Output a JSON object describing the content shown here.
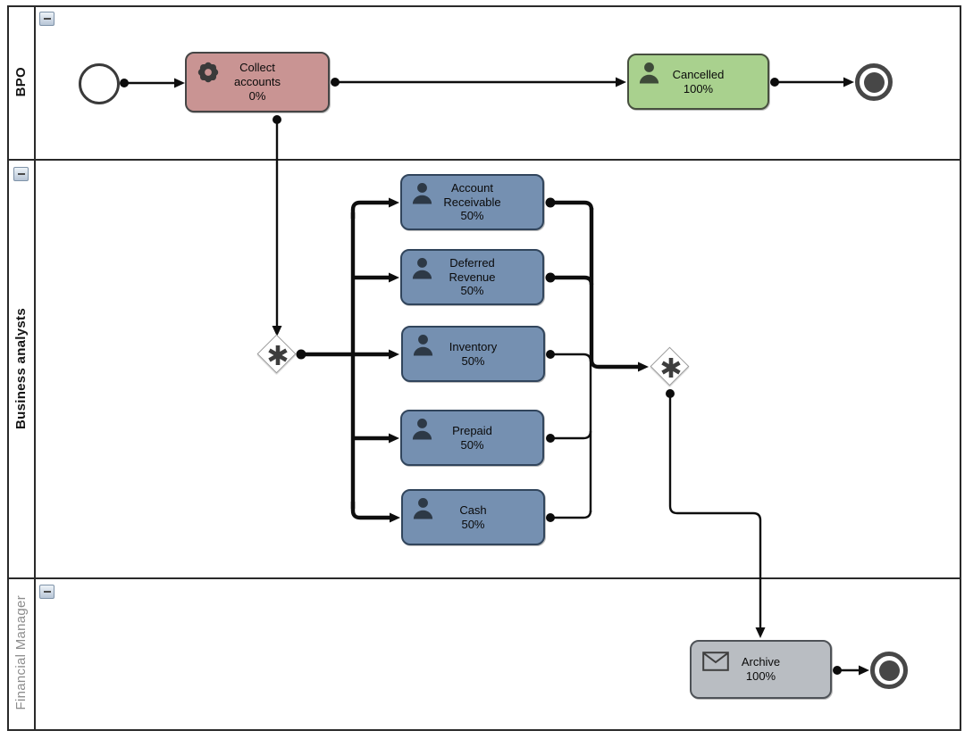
{
  "lanes": {
    "bpo": "BPO",
    "analysts": "Business analysts",
    "manager": "Financial Manager"
  },
  "tasks": {
    "collect": "Collect\naccounts\n0%",
    "cancelled": "Cancelled\n100%",
    "account_receivable": "Account\nReceivable\n50%",
    "deferred_revenue": "Deferred\nRevenue\n50%",
    "inventory": "Inventory\n50%",
    "prepaid": "Prepaid\n50%",
    "cash": "Cash\n50%",
    "archive": "Archive\n100%"
  },
  "icons": {
    "collect": "gear-icon",
    "cancelled": "user-icon",
    "analyst_tasks": "user-icon",
    "archive": "message-envelope-icon",
    "gateways": "complex-gateway-asterisk-icon",
    "lane_collapse": "minus-icon"
  },
  "colors": {
    "task_collect_fill": "#c99493",
    "task_cancelled_fill": "#a9d18e",
    "task_analyst_fill": "#7590b1",
    "task_archive_fill": "#b9bdc2",
    "edge_stroke": "#0e0e0e",
    "lane_border": "#2a2a2a"
  }
}
